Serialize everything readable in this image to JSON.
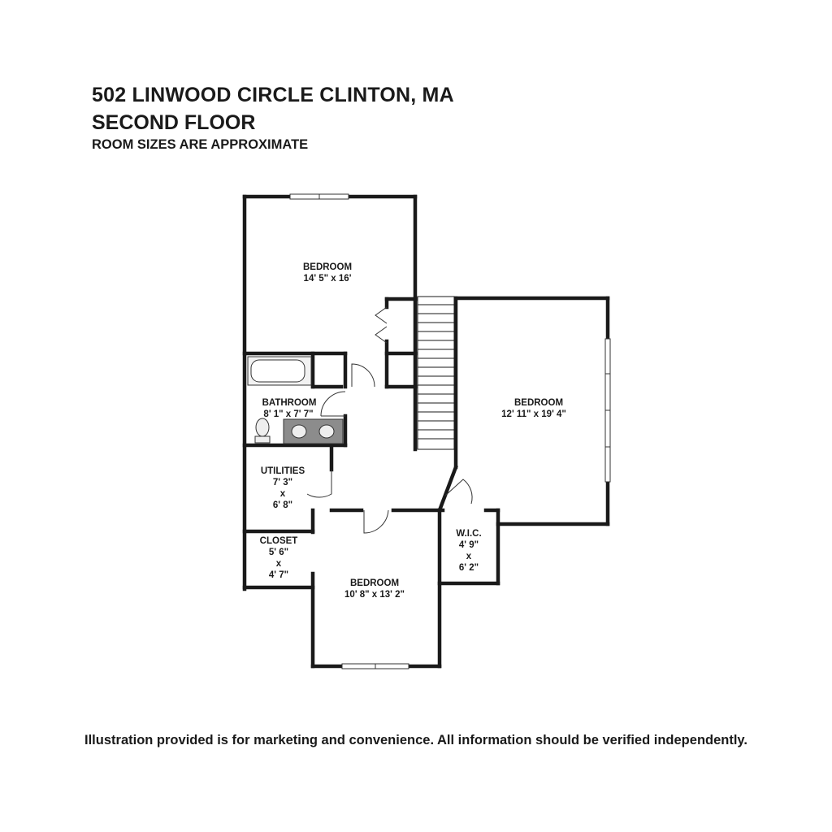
{
  "header": {
    "address": "502 LINWOOD CIRCLE CLINTON, MA",
    "floor": "SECOND FLOOR",
    "note": "ROOM SIZES ARE APPROXIMATE"
  },
  "rooms": {
    "bedroom_top": {
      "name": "BEDROOM",
      "size": "14' 5\" x 16'"
    },
    "bedroom_right": {
      "name": "BEDROOM",
      "size": "12' 11\" x 19' 4\""
    },
    "bathroom": {
      "name": "BATHROOM",
      "size": "8' 1\" x 7' 7\""
    },
    "utilities": {
      "name": "UTILITIES",
      "dim1": "7' 3\"",
      "x": "x",
      "dim2": "6' 8\""
    },
    "closet": {
      "name": "CLOSET",
      "dim1": "5' 6\"",
      "x": "x",
      "dim2": "4' 7\""
    },
    "bedroom_bottom": {
      "name": "BEDROOM",
      "size": "10' 8\" x 13' 2\""
    },
    "wic": {
      "name": "W.I.C.",
      "dim1": "4' 9\"",
      "x": "x",
      "dim2": "6' 2\""
    }
  },
  "footer": {
    "disclaimer": "Illustration provided is for marketing and convenience. All information should be verified independently."
  }
}
